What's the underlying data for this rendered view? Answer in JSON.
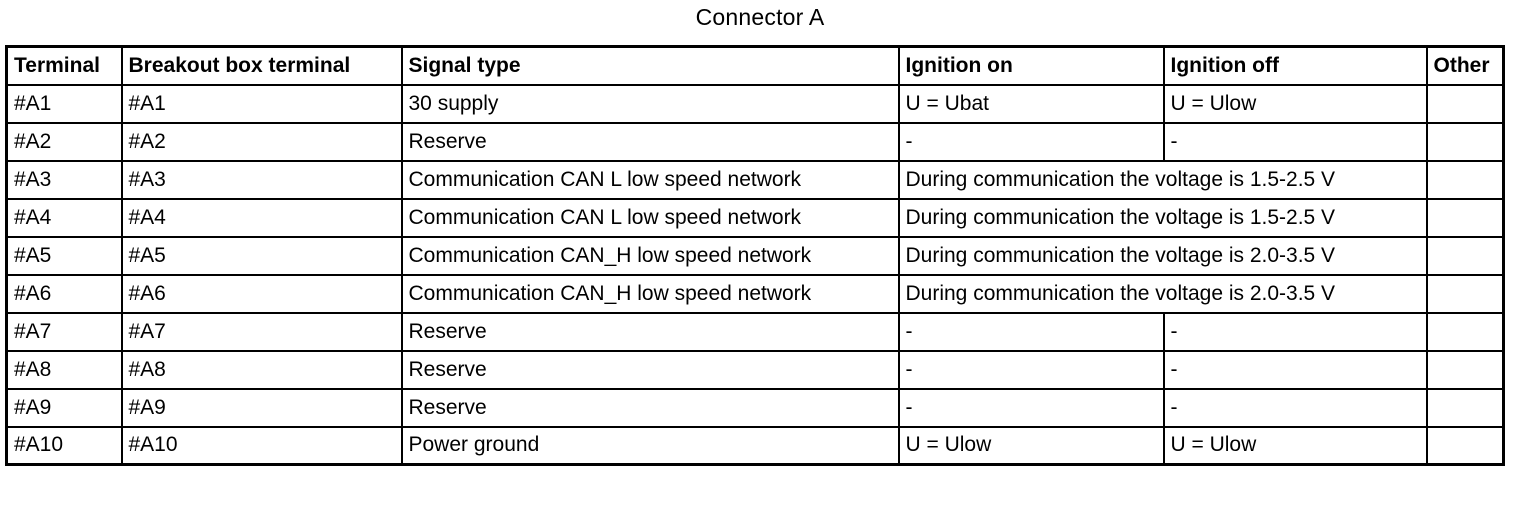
{
  "title": "Connector A",
  "colors": {
    "text": "#000000",
    "border": "#000000",
    "background": "#ffffff"
  },
  "table": {
    "headers": [
      "Terminal",
      "Breakout box terminal",
      "Signal type",
      "Ignition on",
      "Ignition off",
      "Other"
    ],
    "rows": [
      {
        "merged": false,
        "cells": [
          "#A1",
          "#A1",
          "30 supply",
          "U = Ubat",
          "U = Ulow",
          ""
        ]
      },
      {
        "merged": false,
        "cells": [
          "#A2",
          "#A2",
          "Reserve",
          "-",
          "-",
          ""
        ]
      },
      {
        "merged": true,
        "cells": [
          "#A3",
          "#A3",
          "Communication CAN L low speed network",
          "During communication the voltage is 1.5-2.5 V",
          ""
        ]
      },
      {
        "merged": true,
        "cells": [
          "#A4",
          "#A4",
          "Communication CAN L low speed network",
          "During communication the voltage is 1.5-2.5 V",
          ""
        ]
      },
      {
        "merged": true,
        "cells": [
          "#A5",
          "#A5",
          "Communication CAN_H low speed network",
          "During communication the voltage is 2.0-3.5 V",
          ""
        ]
      },
      {
        "merged": true,
        "cells": [
          "#A6",
          "#A6",
          "Communication CAN_H low speed network",
          "During communication the voltage is 2.0-3.5 V",
          ""
        ]
      },
      {
        "merged": false,
        "cells": [
          "#A7",
          "#A7",
          "Reserve",
          "-",
          "-",
          ""
        ]
      },
      {
        "merged": false,
        "cells": [
          "#A8",
          "#A8",
          "Reserve",
          "-",
          "-",
          ""
        ]
      },
      {
        "merged": false,
        "cells": [
          "#A9",
          "#A9",
          "Reserve",
          "-",
          "-",
          ""
        ]
      },
      {
        "merged": false,
        "cells": [
          "#A10",
          "#A10",
          "Power ground",
          "U = Ulow",
          "U = Ulow",
          ""
        ]
      }
    ]
  }
}
